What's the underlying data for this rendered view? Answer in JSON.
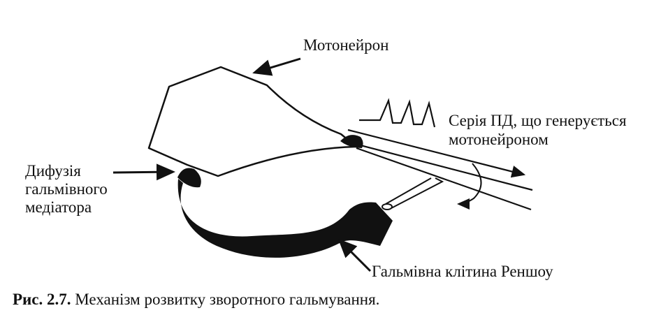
{
  "labels": {
    "motoneuron": "Мотонейрон",
    "ap_series_line1": "Серія ПД, що генерується",
    "ap_series_line2": "мотонейроном",
    "diffusion_line1": "Дифузія",
    "diffusion_line2": "гальмівного",
    "diffusion_line3": "медіатора",
    "renshaw_cell": "Гальмівна клітина Реншоу"
  },
  "caption": {
    "number": "Рис. 2.7.",
    "text": "Механізм розвитку зворотного гальмування."
  },
  "colors": {
    "ink": "#111111",
    "background": "#ffffff"
  }
}
